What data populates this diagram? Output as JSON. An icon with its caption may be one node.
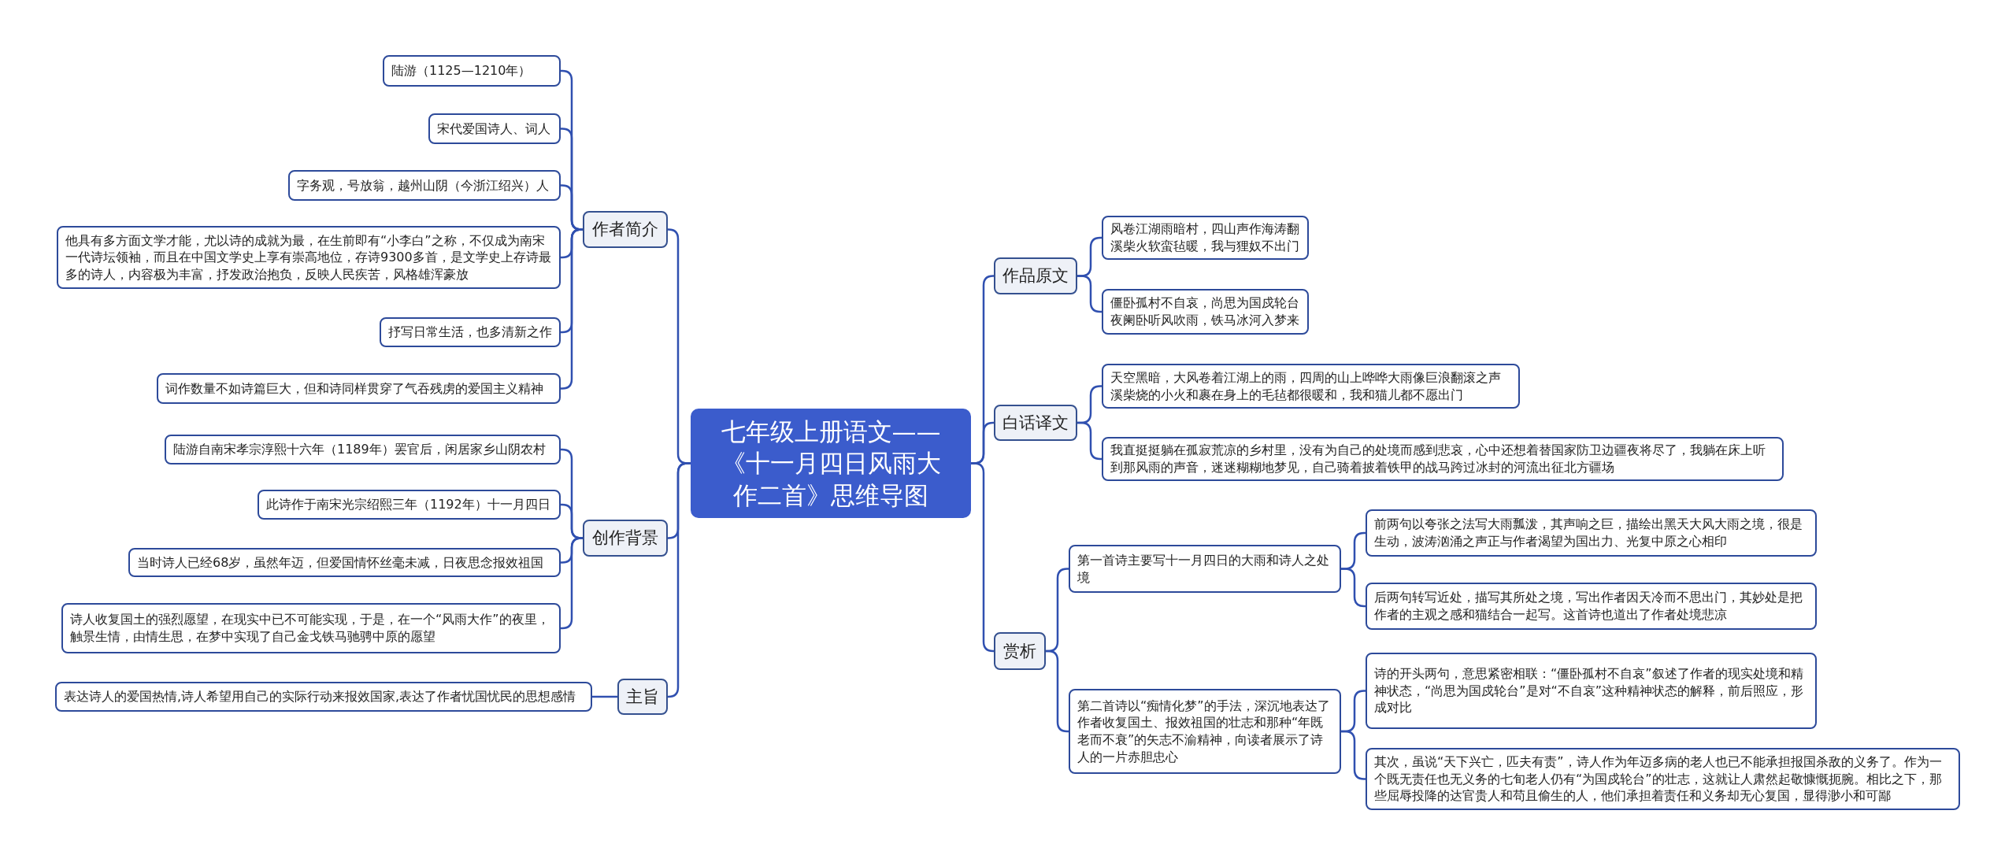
{
  "diagram": {
    "nodes": [
      {
        "text": [
          "七年级上册语文——《十一月四日风雨大作二首》思维导图"
        ]
      },
      {
        "text": [
          "作者简介"
        ]
      },
      {
        "text": [
          "陆游（1125—1210年）"
        ]
      },
      {
        "text": [
          "宋代爱国诗人、词人"
        ]
      },
      {
        "text": [
          "字务观，号放翁，越州山阴（今浙江绍兴）人"
        ]
      },
      {
        "text": [
          "他具有多方面文学才能，尤以诗的成就为最，在生前即有“小李白”之称，不仅成为南宋一代诗坛领袖，而且在中国文学史上享有崇高地位，存诗9300多首，是文学史上存诗最多的诗人，内容极为丰富，抒发政治抱负，反映人民疾苦，风格雄浑豪放"
        ]
      },
      {
        "text": [
          "抒写日常生活，也多清新之作"
        ]
      },
      {
        "text": [
          "词作数量不如诗篇巨大，但和诗同样贯穿了气吞残虏的爱国主义精神"
        ]
      },
      {
        "text": [
          "创作背景"
        ]
      },
      {
        "text": [
          "陆游自南宋孝宗淳熙十六年（1189年）罢官后，闲居家乡山阴农村"
        ]
      },
      {
        "text": [
          "此诗作于南宋光宗绍熙三年（1192年）十一月四日"
        ]
      },
      {
        "text": [
          "当时诗人已经68岁，虽然年迈，但爱国情怀丝毫未减，日夜思念报效祖国"
        ]
      },
      {
        "text": [
          "诗人收复国土的强烈愿望，在现实中已不可能实现，于是，在一个“风雨大作”的夜里，触景生情，由情生思，在梦中实现了自己金戈铁马驰骋中原的愿望"
        ]
      },
      {
        "text": [
          "主旨"
        ]
      },
      {
        "text": [
          "表达诗人的爱国热情,诗人希望用自己的实际行动来报效国家,表达了作者忧国忧民的思想感情"
        ]
      },
      {
        "text": [
          "作品原文"
        ]
      },
      {
        "text": [
          "风卷江湖雨暗村，四山声作海涛翻溪柴火软蛮毡暖，我与狸奴不出门"
        ]
      },
      {
        "text": [
          "僵卧孤村不自哀，尚思为国戍轮台夜阑卧听风吹雨，铁马冰河入梦来"
        ]
      },
      {
        "text": [
          "白话译文"
        ]
      },
      {
        "text": [
          "天空黑暗，大风卷着江湖上的雨，四周的山上哗哗大雨像巨浪翻滚之声溪柴烧的小火和裹在身上的毛毡都很暖和，我和猫儿都不愿出门"
        ]
      },
      {
        "text": [
          "我直挺挺躺在孤寂荒凉的乡村里，没有为自己的处境而感到悲哀，心中还想着替国家防卫边疆夜将尽了，我躺在床上听到那风雨的声音，迷迷糊糊地梦见，自己骑着披着铁甲的战马跨过冰封的河流出征北方疆场"
        ]
      },
      {
        "text": [
          "赏析"
        ]
      },
      {
        "text": [
          "第一首诗主要写十一月四日的大雨和诗人之处境"
        ]
      },
      {
        "text": [
          "前两句以夸张之法写大雨瓢泼，其声响之巨，描绘出黑天大风大雨之境，很是生动，波涛汹涌之声正与作者渴望为国出力、光复中原之心相印"
        ]
      },
      {
        "text": [
          "后两句转写近处，描写其所处之境，写出作者因天冷而不思出门，其妙处是把作者的主观之感和猫结合一起写。这首诗也道出了作者处境悲凉"
        ]
      },
      {
        "text": [
          "第二首诗以“痴情化梦”的手法，深沉地表达了作者收复国土、报效祖国的壮志和那种“年既老而不衰”的矢志不渝精神，向读者展示了诗人的一片赤胆忠心"
        ]
      },
      {
        "text": [
          "诗的开头两句，意思紧密相联：“僵卧孤村不自哀”叙述了作者的现实处境和精神状态，“尚思为国戍轮台”是对“不自哀”这种精神状态的解释，前后照应，形成对比"
        ]
      },
      {
        "text": [
          "其次，虽说“天下兴亡，匹夫有责”，诗人作为年迈多病的老人也已不能承担报国杀敌的义务了。作为一个既无责任也无义务的七旬老人仍有“为国戍轮台”的壮志，这就让人肃然起敬慷慨扼腕。相比之下，那些屈辱投降的达官贵人和苟且偷生的人，他们承担着责任和义务却无心复国，显得渺小和可鄙"
        ]
      }
    ],
    "edges": [
      {
        "from": 0,
        "to": 1,
        "arrow": "none"
      },
      {
        "from": 1,
        "to": 2,
        "arrow": "none"
      },
      {
        "from": 1,
        "to": 3,
        "arrow": "none"
      },
      {
        "from": 1,
        "to": 4,
        "arrow": "none"
      },
      {
        "from": 1,
        "to": 5,
        "arrow": "none"
      },
      {
        "from": 1,
        "to": 6,
        "arrow": "none"
      },
      {
        "from": 1,
        "to": 7,
        "arrow": "none"
      },
      {
        "from": 0,
        "to": 8,
        "arrow": "none"
      },
      {
        "from": 8,
        "to": 9,
        "arrow": "none"
      },
      {
        "from": 8,
        "to": 10,
        "arrow": "none"
      },
      {
        "from": 8,
        "to": 11,
        "arrow": "none"
      },
      {
        "from": 8,
        "to": 12,
        "arrow": "none"
      },
      {
        "from": 0,
        "to": 13,
        "arrow": "none"
      },
      {
        "from": 13,
        "to": 14,
        "arrow": "none"
      },
      {
        "from": 0,
        "to": 15,
        "arrow": "none"
      },
      {
        "from": 15,
        "to": 16,
        "arrow": "none"
      },
      {
        "from": 15,
        "to": 17,
        "arrow": "none"
      },
      {
        "from": 0,
        "to": 18,
        "arrow": "none"
      },
      {
        "from": 18,
        "to": 19,
        "arrow": "none"
      },
      {
        "from": 18,
        "to": 20,
        "arrow": "none"
      },
      {
        "from": 0,
        "to": 21,
        "arrow": "none"
      },
      {
        "from": 21,
        "to": 22,
        "arrow": "none"
      },
      {
        "from": 22,
        "to": 23,
        "arrow": "none"
      },
      {
        "from": 22,
        "to": 24,
        "arrow": "none"
      },
      {
        "from": 21,
        "to": 25,
        "arrow": "none"
      },
      {
        "from": 25,
        "to": 26,
        "arrow": "none"
      },
      {
        "from": 25,
        "to": 27,
        "arrow": "none"
      }
    ]
  }
}
